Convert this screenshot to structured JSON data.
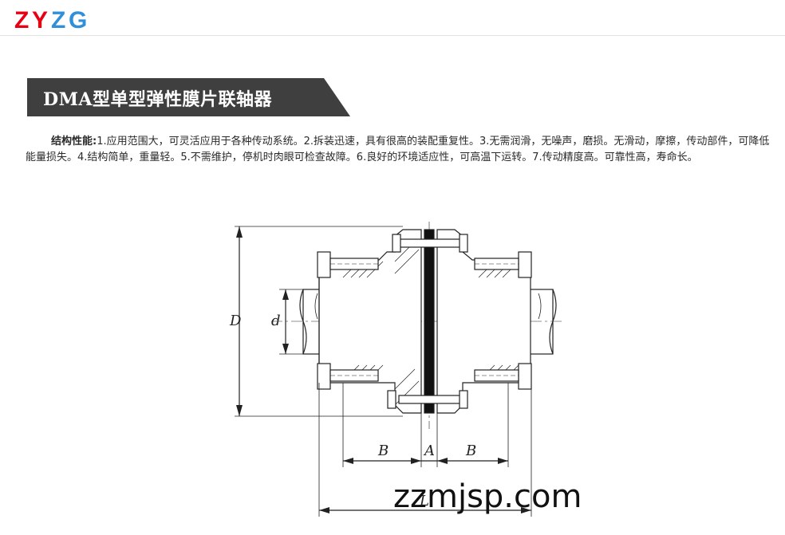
{
  "brand": {
    "logo_text": "ZYZG",
    "colors": {
      "red": "#e60012",
      "blue": "#2f8fd8",
      "banner": "#3f3f3f"
    }
  },
  "title": "DMA型单型弹性膜片联轴器",
  "intro": {
    "label": "结构性能:",
    "text": "1.应用范围大，可灵活应用于各种传动系统。2.拆装迅速，具有很高的装配重复性。3.无需润滑，无噪声，磨损。无滑动，摩擦，传动部件，可降低能量损失。4.结构简单，重量轻。5.不需维护，停机时肉眼可检查故障。6.良好的环境适应性，可高温下运转。7.传动精度高。可靠性高，寿命长。"
  },
  "drawing": {
    "labels": {
      "D": "D",
      "d": "d",
      "B_left": "B",
      "A": "A",
      "B_right": "B",
      "L": "L"
    }
  },
  "watermark": "zzmjsp.com"
}
